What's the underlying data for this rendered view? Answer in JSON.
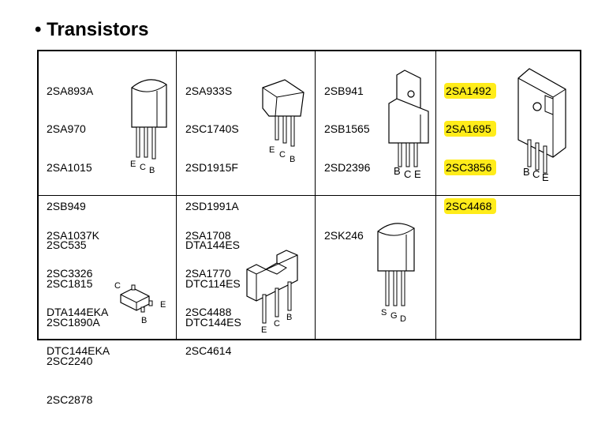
{
  "heading": "• Transistors",
  "cells": [
    {
      "parts": [
        "2SA893A",
        "2SA970",
        "2SA1015",
        "2SB949",
        "2SC535",
        "2SC1815",
        "2SC1890A",
        "2SC2240",
        "2SC2878"
      ],
      "pins": [
        "E",
        "C",
        "B"
      ],
      "highlight": false
    },
    {
      "parts": [
        "2SA933S",
        "2SC1740S",
        "2SD1915F",
        "2SD1991A",
        "DTA144ES",
        "DTC114ES",
        "DTC144ES"
      ],
      "pins": [
        "E",
        "C",
        "B"
      ],
      "highlight": false
    },
    {
      "parts": [
        "2SB941",
        "2SB1565",
        "2SD2396"
      ],
      "pins": [
        "B",
        "C",
        "E"
      ],
      "highlight": false
    },
    {
      "parts": [
        "2SA1492",
        "2SA1695",
        "2SC3856",
        "2SC4468"
      ],
      "pins": [
        "B",
        "C",
        "E"
      ],
      "highlight": true
    },
    {
      "parts": [
        "2SA1037K",
        "2SC3326",
        "DTA144EKA",
        "DTC144EKA"
      ],
      "pins": [
        "C",
        "E",
        "B"
      ],
      "highlight": false
    },
    {
      "parts": [
        "2SA1708",
        "2SA1770",
        "2SC4488",
        "2SC4614"
      ],
      "pins": [
        "E",
        "C",
        "B"
      ],
      "highlight": false
    },
    {
      "parts": [
        "2SK246"
      ],
      "pins": [
        "S",
        "G",
        "D"
      ],
      "highlight": false
    },
    {
      "parts": [],
      "pins": [],
      "highlight": false
    }
  ],
  "highlight_color": "#ffec1a"
}
